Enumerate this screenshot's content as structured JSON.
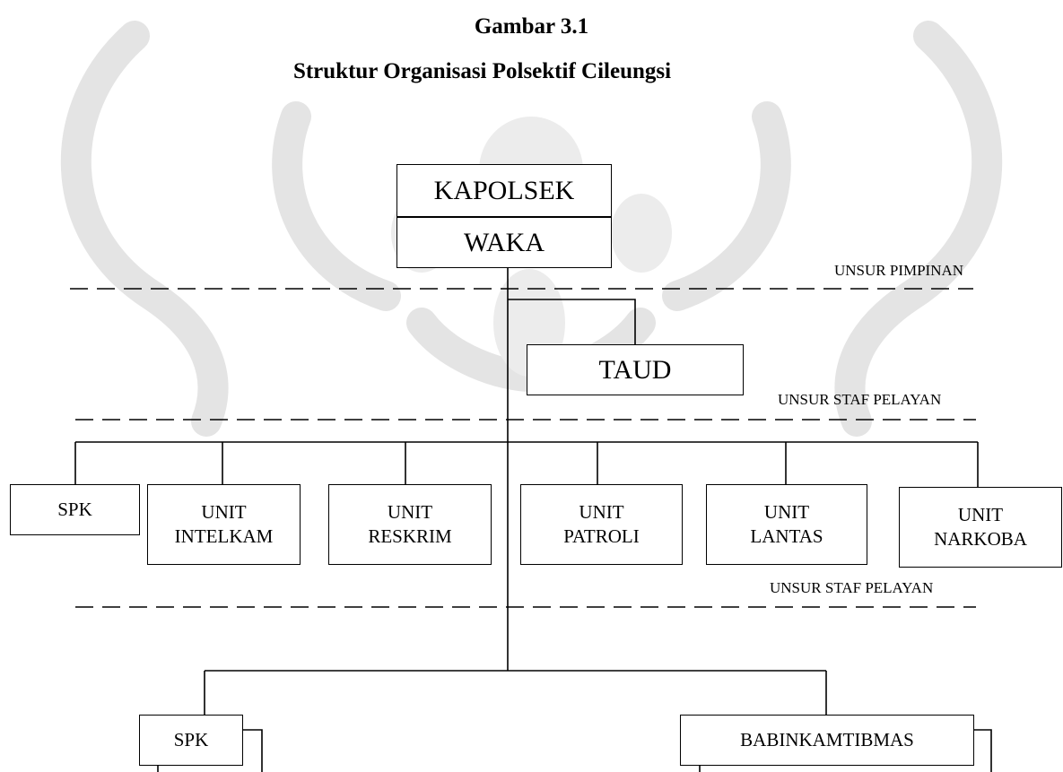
{
  "figure": {
    "number": "Gambar 3.1",
    "title": "Struktur Organisasi Polsektif Cileungsi"
  },
  "sections": {
    "pimpinan": "UNSUR PIMPINAN",
    "staf_pelayan_1": "UNSUR STAF PELAYAN",
    "staf_pelayan_2": "UNSUR STAF PELAYAN"
  },
  "nodes": {
    "kapolsek": "KAPOLSEK",
    "waka": "WAKA",
    "taud": "TAUD",
    "spk_top": "SPK",
    "intelkam": {
      "line1": "UNIT",
      "line2": "INTELKAM"
    },
    "reskrim": {
      "line1": "UNIT",
      "line2": "RESKRIM"
    },
    "patroli": {
      "line1": "UNIT",
      "line2": "PATROLI"
    },
    "lantas": {
      "line1": "UNIT",
      "line2": "LANTAS"
    },
    "narkoba": {
      "line1": "UNIT",
      "line2": "NARKOBA"
    },
    "spk_bottom": "SPK",
    "babinkamtibmas": "BABINKAMTIBMAS"
  },
  "colors": {
    "line": "#000000",
    "watermark": "#e6e6e6"
  }
}
